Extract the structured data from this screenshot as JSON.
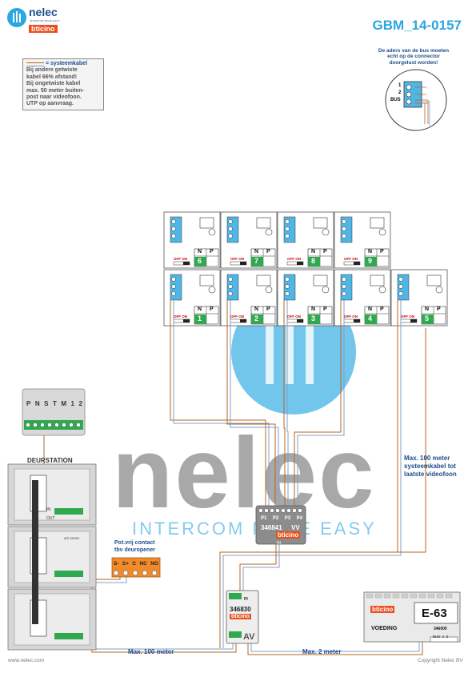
{
  "header": {
    "logo_text": "nelec",
    "logo_tagline": "INTERCOM MADE EASY",
    "brand": "bticino",
    "document_code": "GBM_14-0157"
  },
  "info_box": {
    "title": "= systeemkabel",
    "lines": [
      "Bij andere getwiste",
      "kabel 66% afstand!",
      "Bij ongetwiste kabel",
      "max. 50 meter buiten-",
      "post naar videofoon.",
      "UTP op aanvraag."
    ]
  },
  "bus_note": {
    "lines": [
      "De aders van de bus moeten",
      "echt op de connector",
      "doorgelust worden!"
    ],
    "terminals": [
      "1",
      "2",
      "BUS"
    ]
  },
  "monitors": {
    "np_labels": [
      "N",
      "P"
    ],
    "switch_label": "OFF ON",
    "top_row": [
      "6",
      "7",
      "8",
      "9"
    ],
    "bottom_row": [
      "1",
      "2",
      "3",
      "4",
      "5"
    ]
  },
  "door_station": {
    "title": "DEURSTATION",
    "connector_pins": [
      "P",
      "N",
      "S",
      "T",
      "M",
      "1",
      "2"
    ],
    "io_labels": [
      "IN",
      "OUT"
    ],
    "module_code": "ART.332300"
  },
  "relay": {
    "label_line1": "Pot.vrij contact",
    "label_line2": "tbv deuropener",
    "terminals": [
      "S-",
      "S+",
      "C",
      "NC",
      "NO"
    ]
  },
  "splitter": {
    "ports": [
      "P1",
      "P2",
      "P3",
      "P4"
    ],
    "code": "346841",
    "vv": "VV",
    "brand": "bticino",
    "in_label": "IN"
  },
  "interface": {
    "code": "346830",
    "brand": "bticino",
    "av": "AV",
    "pi": "PI"
  },
  "power_supply": {
    "brand": "bticino",
    "model": "E-63",
    "label": "VOEDING",
    "code": "346000",
    "terminals": "BUS  1  2"
  },
  "cable_labels": {
    "max_100_left": "Max. 100 meter",
    "max_2": "Max. 2 meter",
    "right_line1": "Max. 100 meter",
    "right_line2": "systeemkabel tot",
    "right_line3": "laatste videofoon"
  },
  "watermark": {
    "text": "nelec",
    "tagline": "INTERCOM MADE EASY"
  },
  "footer": {
    "website": "www.nelec.com",
    "copyright": "Copyright Nelec BV"
  },
  "colors": {
    "brand_blue": "#1f4e8c",
    "code_cyan": "#2aa6e0",
    "bticino_orange": "#e8501e",
    "relay_orange": "#f08a2a",
    "cable_brown": "#b5651d",
    "cable_blue": "#7f9fd0",
    "watermark_circle": "#4fb6e6",
    "terminal_green": "#2fa84f"
  }
}
